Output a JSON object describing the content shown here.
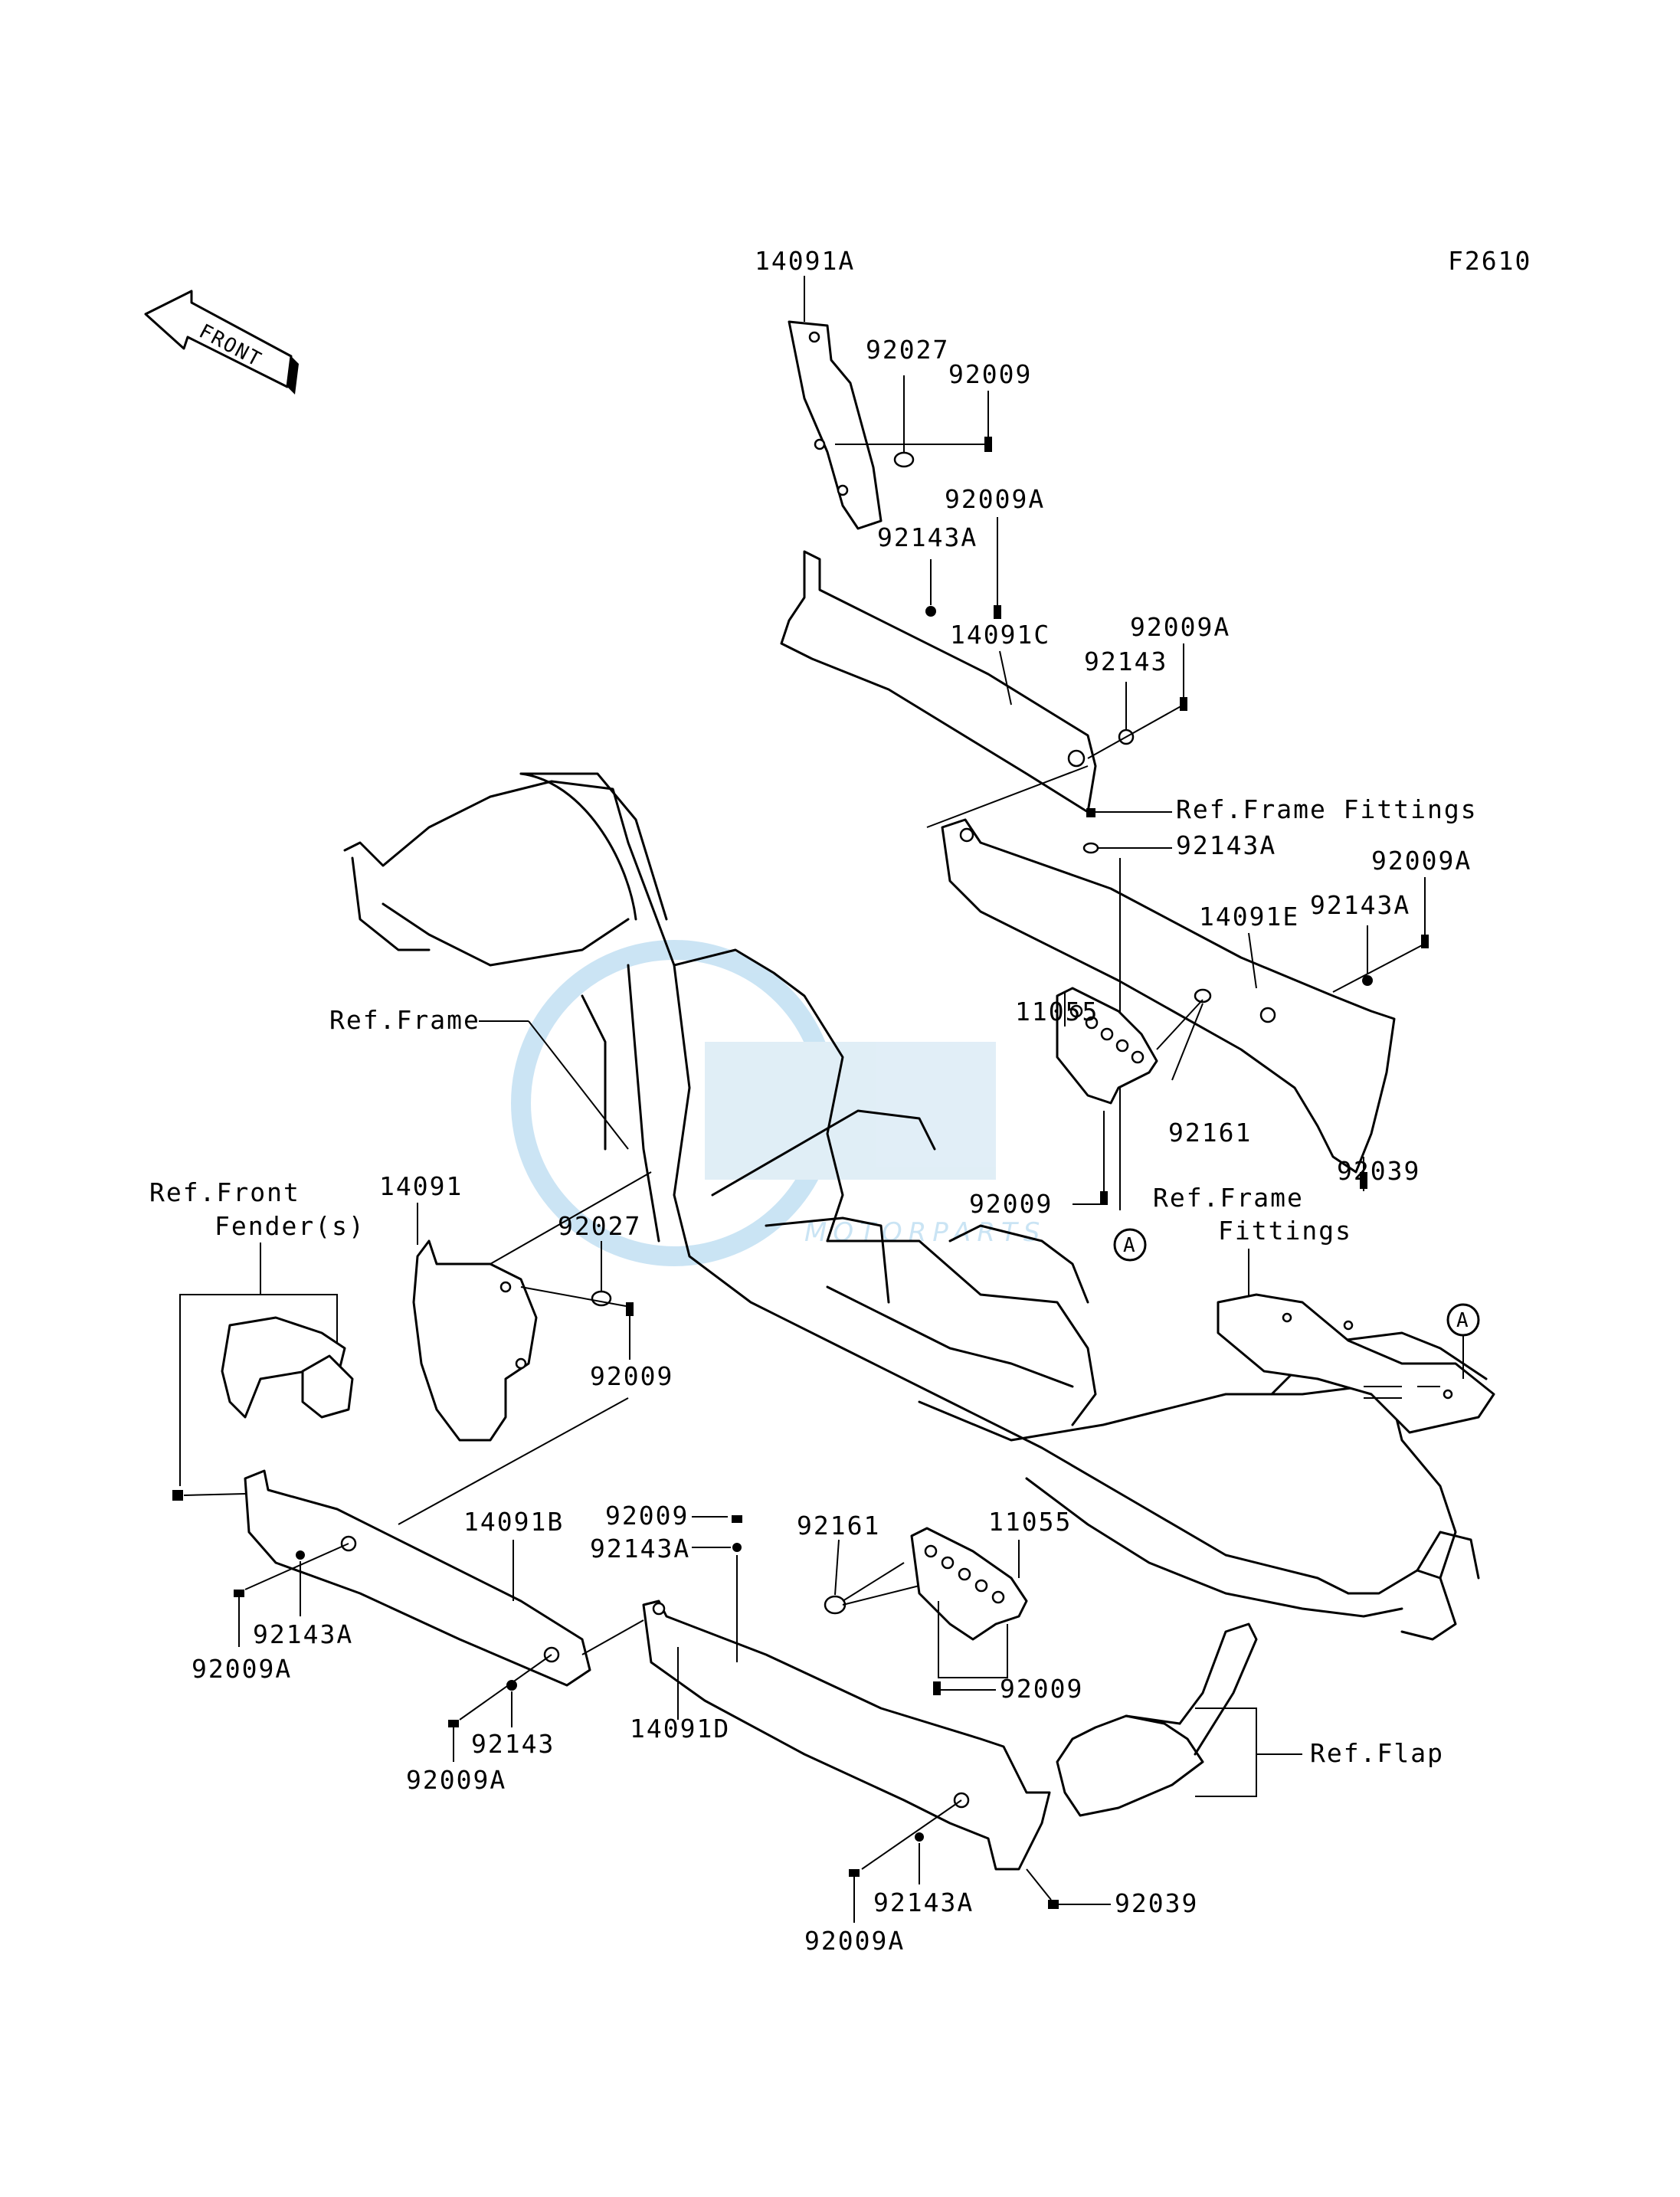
{
  "figure_code": "F2610",
  "front_label": "FRONT",
  "watermark": {
    "text": "MOTORPARTS",
    "color": "#6ab3e0"
  },
  "labels": {
    "p14091A": "14091A",
    "p92027_top": "92027",
    "p92009_top": "92009",
    "p92009A_1": "92009A",
    "p92143A_1": "92143A",
    "p14091C": "14091C",
    "p92009A_2": "92009A",
    "p92143_1": "92143",
    "ref_frame_fittings_1": "Ref.Frame Fittings",
    "p92143A_2": "92143A",
    "p92009A_3": "92009A",
    "p92143A_3": "92143A",
    "p14091E": "14091E",
    "ref_frame": "Ref.Frame",
    "p11055_top": "11055",
    "p92161_top": "92161",
    "p92039_top": "92039",
    "p92009_mid": "92009",
    "ref_frame_fittings_2a": "Ref.Frame",
    "ref_frame_fittings_2b": "Fittings",
    "callout_A1": "A",
    "callout_A2": "A",
    "p14091": "14091",
    "ref_front_fender_a": "Ref.Front",
    "ref_front_fender_b": "Fender(s)",
    "p92027_low": "92027",
    "p92009_low": "92009",
    "p92009_b1": "92009",
    "p92143A_b1": "92143A",
    "p92161_low": "92161",
    "p11055_low": "11055",
    "p14091B": "14091B",
    "p92143A_b2": "92143A",
    "p92009A_b1": "92009A",
    "p92143_b": "92143",
    "p92009A_b2": "92009A",
    "p14091D": "14091D",
    "p92009_b2": "92009",
    "ref_flap": "Ref.Flap",
    "p92143A_b3": "92143A",
    "p92009A_b3": "92009A",
    "p92039_low": "92039"
  }
}
